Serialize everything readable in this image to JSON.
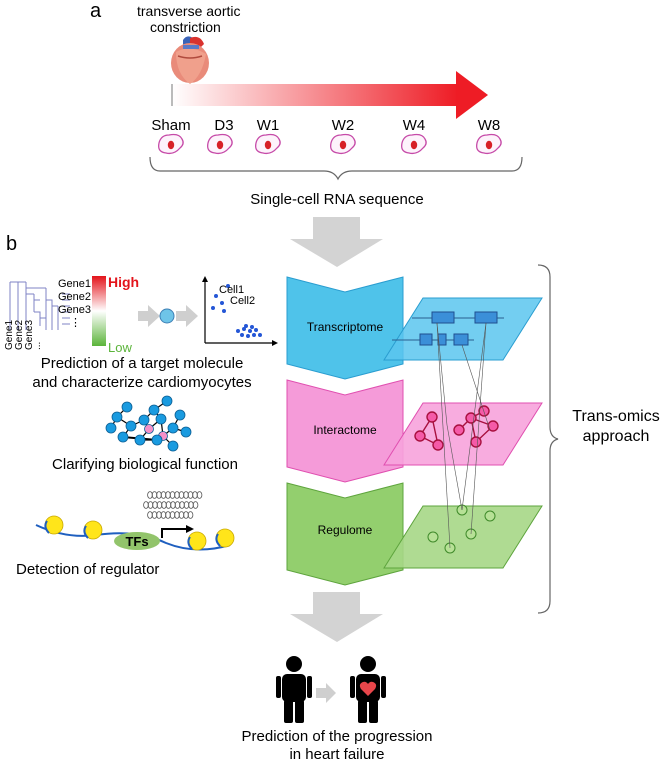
{
  "panel_a": {
    "letter": "a",
    "tac_label": [
      "transverse aortic",
      "constriction"
    ],
    "timepoints": [
      "Sham",
      "D3",
      "W1",
      "W2",
      "W4",
      "W8"
    ],
    "bottom_label": "Single-cell RNA sequence"
  },
  "panel_b": {
    "letter": "b",
    "heatmap": {
      "genes": [
        "Gene1",
        "Gene2",
        "Gene3",
        "⋮"
      ],
      "high_label": "High",
      "low_label": "Low",
      "col_labels": [
        "Gene1",
        "Gene2",
        "Gene3",
        "..."
      ]
    },
    "scatter": {
      "cell1": "Cell1",
      "cell2": "Cell2"
    },
    "prediction_caption": [
      "Prediction of a target molecule",
      "and characterize cardiomyocytes"
    ],
    "network_caption": "Clarifying biological function",
    "tfs_label": "TFs",
    "regulator_caption": "Detection of regulator",
    "layers": [
      "Transcriptome",
      "Interactome",
      "Regulome"
    ],
    "trans_omics": [
      "Trans-omics",
      "approach"
    ],
    "final_caption": [
      "Prediction of the progression",
      "in heart failure"
    ]
  },
  "colors": {
    "transcriptome": "#4fc3ea",
    "interactome": "#f59bd9",
    "regulome": "#93cf6e",
    "arrow_red": "#ee1c25",
    "gray_arrow": "#d3d3d3"
  }
}
